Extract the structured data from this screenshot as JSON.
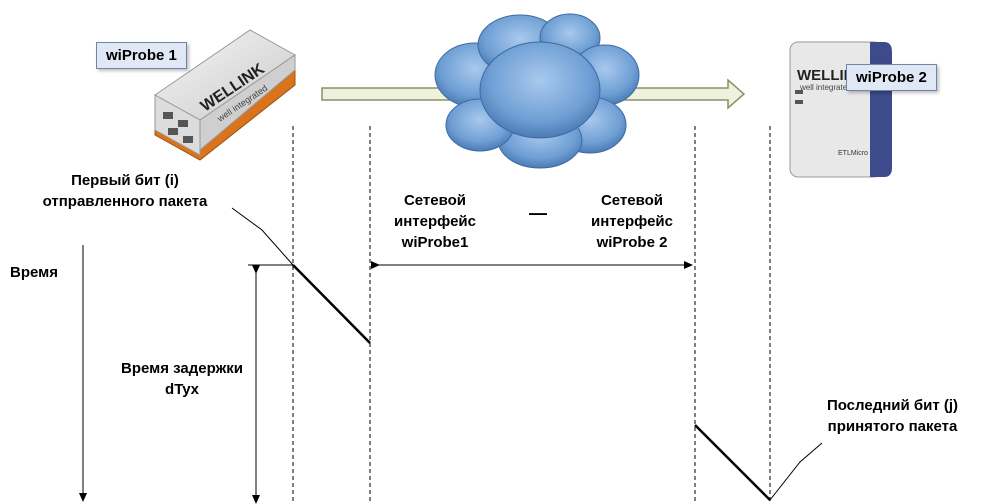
{
  "devices": {
    "probe1": {
      "callout": "wiProbe 1",
      "brand": "WELLINK",
      "tagline": "well integrated"
    },
    "probe2": {
      "callout": "wiProbe 2",
      "brand": "WELLINK",
      "tagline": "well integrated",
      "model": "ETLMicro"
    }
  },
  "labels": {
    "first_bit_line1": "Первый бит (i)",
    "first_bit_line2": "отправленного пакета",
    "iface1_line1": "Сетевой",
    "iface1_line2": "интерфейс",
    "iface1_line3": "wiProbe1",
    "iface_dash": "—",
    "iface2_line1": "Сетевой",
    "iface2_line2": "интерфейс",
    "iface2_line3": "wiProbe 2",
    "time": "Время",
    "delay_line1": "Время задержки",
    "delay_line2": "dTyx",
    "last_bit_line1": "Последний бит (j)",
    "last_bit_line2": "принятого пакета"
  },
  "colors": {
    "cloud": "#6f9fd4",
    "arrow_fill": "#eef2dc",
    "callout_bg": "#dfe8f4",
    "device_body": "#e8e8e8",
    "device_base": "#d9731c",
    "device2_side": "#3d4a8c"
  }
}
